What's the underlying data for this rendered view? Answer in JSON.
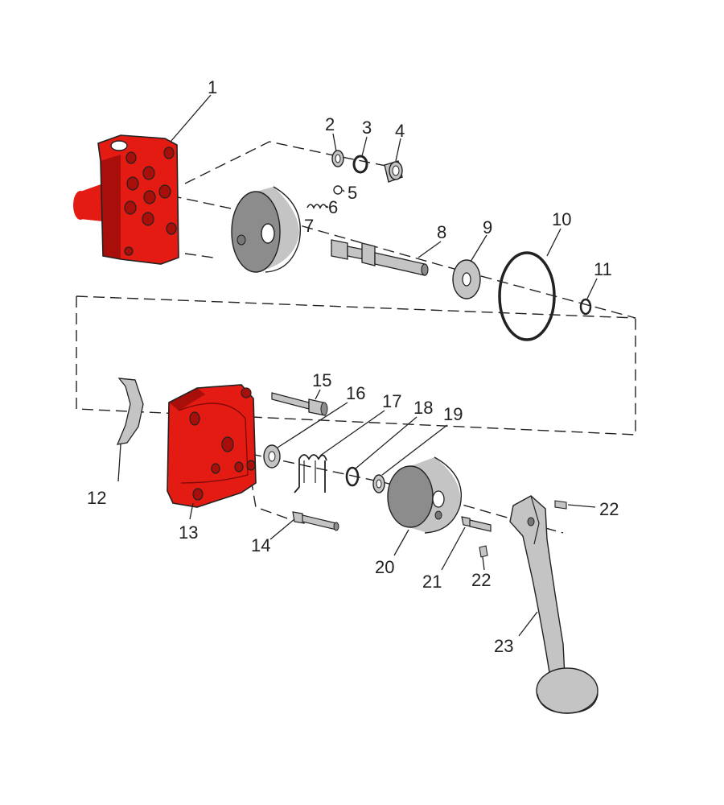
{
  "colors": {
    "housing": "#e41b13",
    "housing_dark": "#a80e0a",
    "metal": "#c4c4c4",
    "metal_dark": "#8c8c8c",
    "ink": "#222222"
  },
  "callouts": {
    "p1": "1",
    "p2": "2",
    "p3": "3",
    "p4": "4",
    "p5": "5",
    "p6": "6",
    "p7": "7",
    "p8": "8",
    "p9": "9",
    "p10": "10",
    "p11": "11",
    "p12": "12",
    "p13": "13",
    "p14": "14",
    "p15": "15",
    "p16": "16",
    "p17": "17",
    "p18": "18",
    "p19": "19",
    "p20": "20",
    "p21": "21",
    "p22a": "22",
    "p22b": "22",
    "p23": "23"
  }
}
